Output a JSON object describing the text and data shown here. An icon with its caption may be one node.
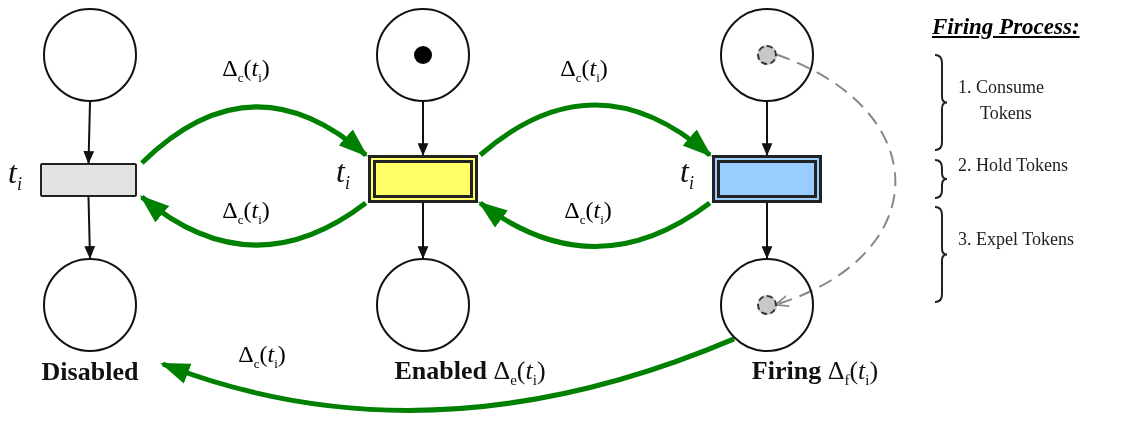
{
  "diagram": {
    "title": "Firing Process:",
    "nodes": [
      {
        "text": [],
        "shape": "circle"
      },
      {
        "text": [],
        "shape": "box",
        "beside": [
          "t$_{i}$"
        ]
      },
      {
        "text": [],
        "shape": "circle"
      },
      {
        "text": [
          "Disabled"
        ]
      },
      {
        "text": [],
        "shape": "circle"
      },
      {
        "text": [],
        "shape": "circle",
        "in": 4
      },
      {
        "text": [],
        "shape": "box",
        "beside": [
          "t$_{i}$"
        ]
      },
      {
        "text": [],
        "shape": "circle"
      },
      {
        "text": [
          "**Enabled** Δ$_{e}$(*t*$_{i}$)"
        ]
      },
      {
        "text": [],
        "shape": "circle"
      },
      {
        "text": [],
        "shape": "circle",
        "in": 9
      },
      {
        "text": [],
        "shape": "box",
        "beside": [
          "t$_{i}$"
        ]
      },
      {
        "text": [],
        "shape": "circle"
      },
      {
        "text": [],
        "shape": "circle",
        "in": 12
      },
      {
        "text": [
          "**Firing** Δ$_{f}$(*t*$_{i}$)"
        ]
      }
    ],
    "edges": [
      {
        "from": 0,
        "to": 1,
        "arrow": "to"
      },
      {
        "from": 1,
        "to": 2,
        "arrow": "to"
      },
      {
        "from": 4,
        "to": 6,
        "arrow": "to"
      },
      {
        "from": 6,
        "to": 7,
        "arrow": "to"
      },
      {
        "from": 9,
        "to": 11,
        "arrow": "to"
      },
      {
        "from": 11,
        "to": 12,
        "arrow": "to"
      },
      {
        "from": 1,
        "to": 6,
        "arrow": "to",
        "label": "Δ$_{c}$(*t*$_{i}$)",
        "style": "thick",
        "color": "#008000"
      },
      {
        "from": 6,
        "to": 1,
        "arrow": "to",
        "label": "Δ$_{c}$(*t*$_{i}$)",
        "style": "thick",
        "color": "#008000"
      },
      {
        "from": 6,
        "to": 11,
        "arrow": "to",
        "label": "Δ$_{c}$(*t*$_{i}$)",
        "style": "thick",
        "color": "#008000"
      },
      {
        "from": 11,
        "to": 6,
        "arrow": "to",
        "label": "Δ$_{c}$(*t*$_{i}$)",
        "style": "thick",
        "color": "#008000"
      },
      {
        "from": 12,
        "to": 3,
        "arrow": "to",
        "label": "Δ$_{c}$(*t*$_{i}$)",
        "style": "thick",
        "color": "#008000"
      },
      {
        "from": 10,
        "to": 13,
        "arrow": "to",
        "style": "dashed",
        "color": "#888888"
      }
    ],
    "labels": [
      "1. Consume Tokens",
      "2. Hold Tokens",
      "3. Expel Tokens"
    ]
  }
}
